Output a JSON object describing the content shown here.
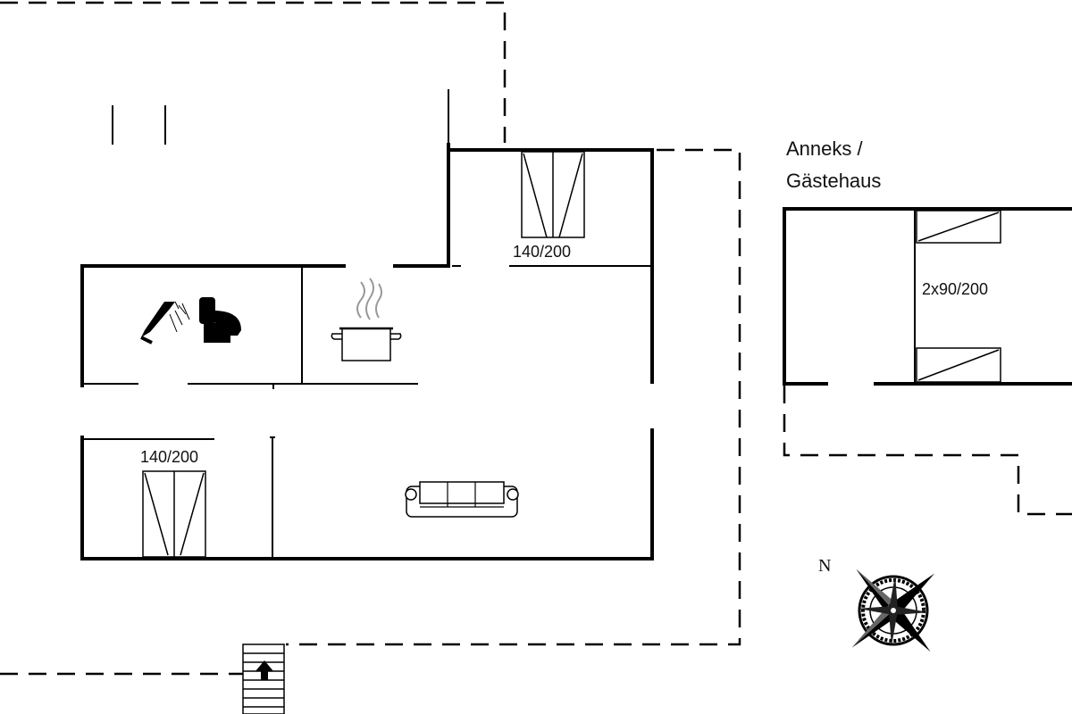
{
  "labels": {
    "bed_top": "140/200",
    "bed_bottom": "140/200",
    "bed_annex": "2x90/200",
    "annex_line1": "Anneks /",
    "annex_line2": "Gästehaus",
    "north": "N"
  },
  "icons": {
    "shower": "shower-icon",
    "toilet": "toilet-icon",
    "stove": "cooking-pot-icon",
    "sofa": "sofa-icon",
    "stairs": "stairs-arrow-icon",
    "compass": "compass-rose-icon"
  }
}
